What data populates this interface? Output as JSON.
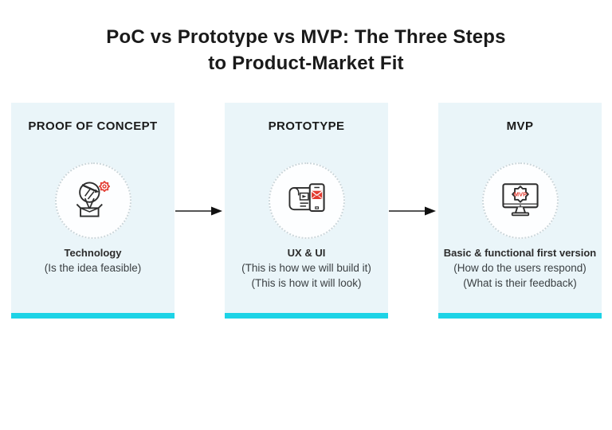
{
  "title": {
    "line1": "PoC vs Prototype vs MVP: The Three Steps",
    "line2": "to Product-Market Fit"
  },
  "cards": [
    {
      "heading": "PROOF OF CONCEPT",
      "icon": "idea-lightbulb-box-gear-icon",
      "label": "Technology",
      "sublines": [
        "(Is the idea feasible)"
      ]
    },
    {
      "heading": "PROTOTYPE",
      "icon": "blueprint-smartphone-icon",
      "label": "UX & UI",
      "sublines": [
        "(This is how we will build it)",
        "(This is how it will look)"
      ]
    },
    {
      "heading": "MVP",
      "icon": "monitor-gear-icon",
      "label": "Basic & functional first version",
      "sublines": [
        "(How do the users respond)",
        "(What is their feedback)"
      ]
    }
  ],
  "icons": {
    "mvp_badge": "MVP"
  },
  "colors": {
    "accent_cyan": "#1dd3e6",
    "card_bg": "#eaf5f9",
    "icon_stroke": "#2d2d2d",
    "icon_red": "#e23b30",
    "title_text": "#1a1a1a",
    "body_text": "#3a3f42",
    "arrow_line": "#555555",
    "arrow_head": "#111111"
  }
}
